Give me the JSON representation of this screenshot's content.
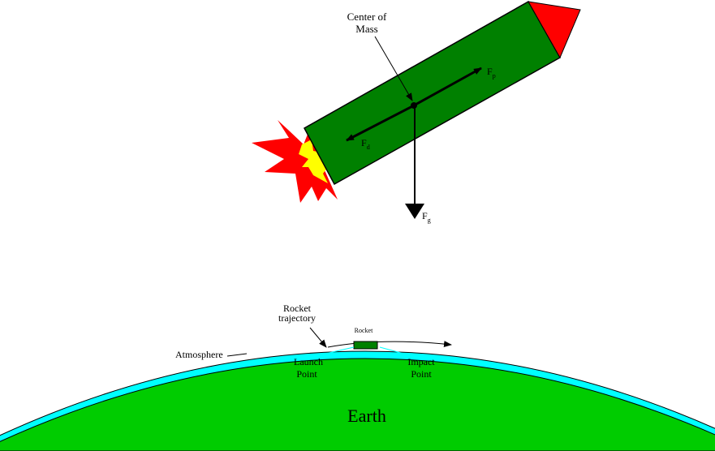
{
  "rocket_labels": {
    "center_of_mass_line1": "Center of",
    "center_of_mass_line2": "Mass",
    "thrust": "F",
    "thrust_sub": "p",
    "drag": "F",
    "drag_sub": "d",
    "gravity": "F",
    "gravity_sub": "g"
  },
  "earth_labels": {
    "earth": "Earth",
    "atmosphere": "Atmosphere",
    "rocket_trajectory_line1": "Rocket",
    "rocket_trajectory_line2": "trajectory",
    "rocket": "Rocket",
    "launch_point_line1": "Launch",
    "launch_point_line2": "Point",
    "impact_point_line1": "Impact",
    "impact_point_line2": "Point"
  },
  "colors": {
    "rocket_body": "#008000",
    "nose_cone": "#ff0000",
    "flame_outer": "#ff0000",
    "flame_inner": "#ffff00",
    "earth": "#00cc00",
    "atmosphere": "#00ffff",
    "ink": "#000000"
  }
}
